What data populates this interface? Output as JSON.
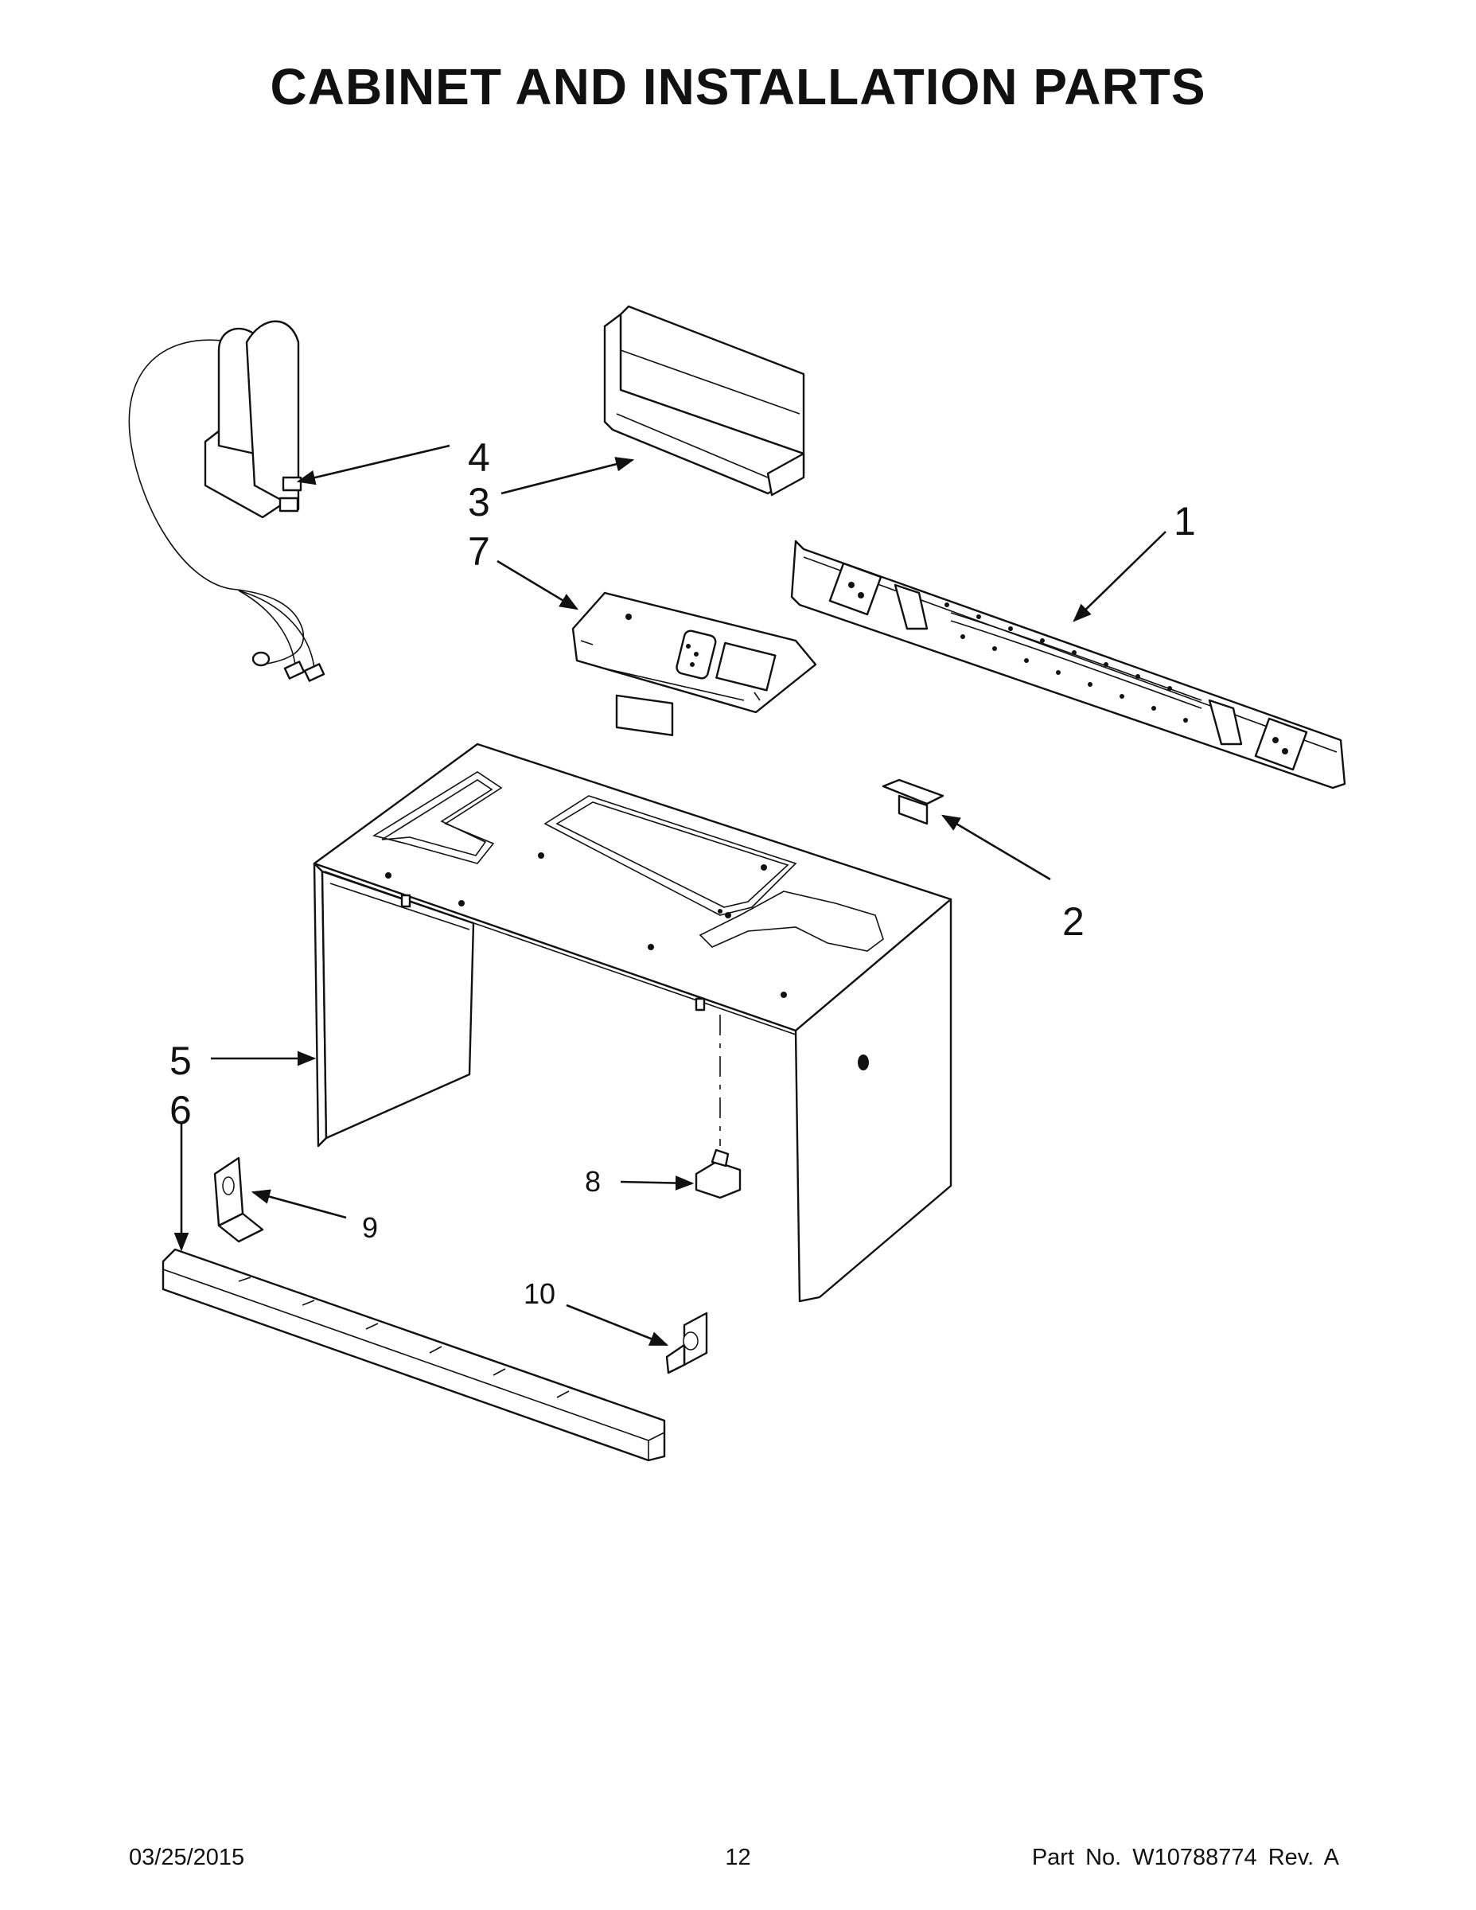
{
  "title": "CABINET AND INSTALLATION PARTS",
  "callouts": [
    {
      "id": "1",
      "label": "1"
    },
    {
      "id": "2",
      "label": "2"
    },
    {
      "id": "3",
      "label": "3"
    },
    {
      "id": "4",
      "label": "4"
    },
    {
      "id": "5",
      "label": "5"
    },
    {
      "id": "6",
      "label": "6"
    },
    {
      "id": "7",
      "label": "7"
    },
    {
      "id": "8",
      "label": "8"
    },
    {
      "id": "9",
      "label": "9"
    },
    {
      "id": "10",
      "label": "10"
    }
  ],
  "footer": {
    "date": "03/25/2015",
    "page": "12",
    "part_no": "Part No.  W10788774  Rev.  A"
  }
}
